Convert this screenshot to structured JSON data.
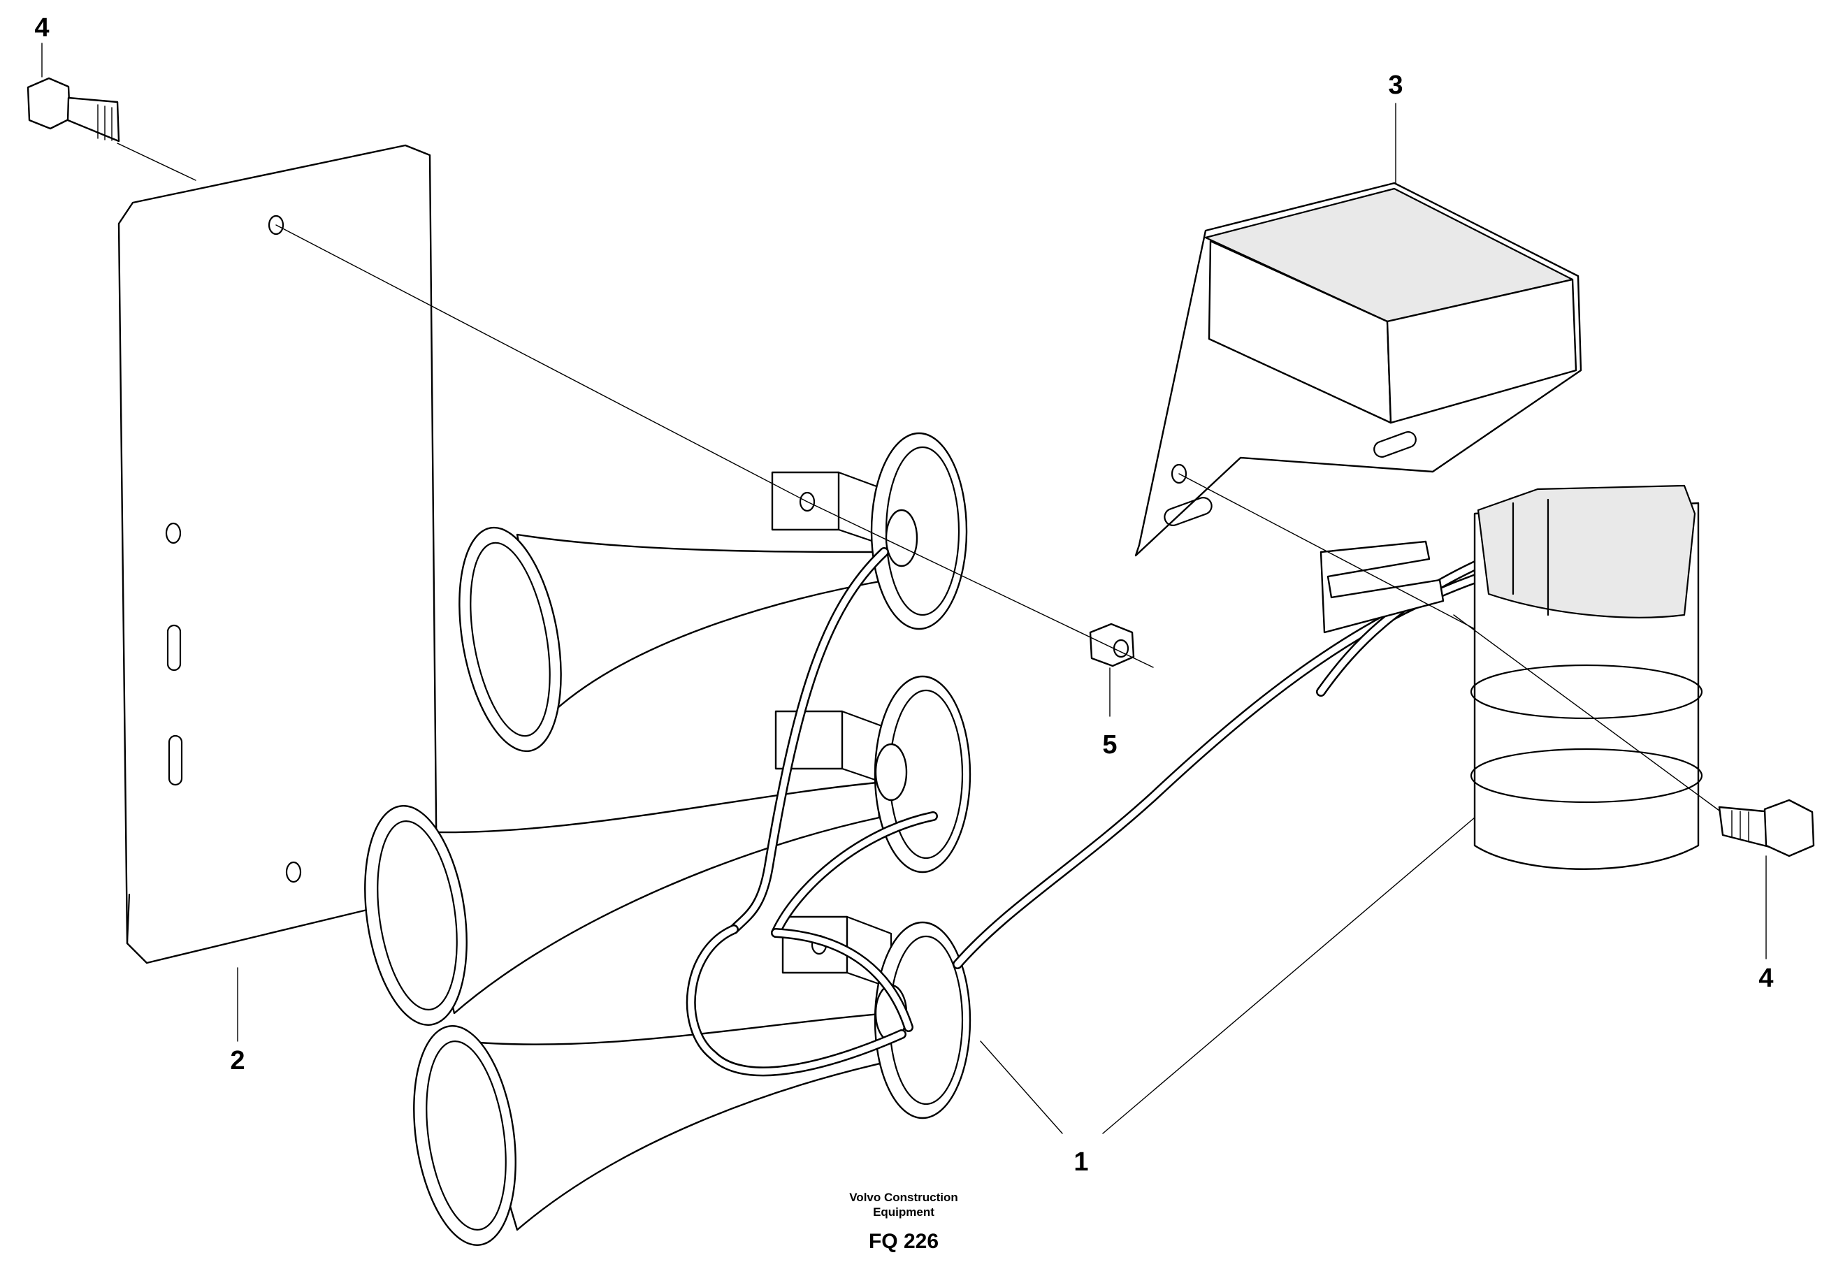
{
  "diagram": {
    "callouts": {
      "bolt_top_left": "4",
      "plate": "2",
      "bracket": "3",
      "nut": "5",
      "horn_assembly": "1",
      "bolt_right": "4"
    },
    "footer": {
      "company_line1": "Volvo Construction",
      "company_line2": "Equipment",
      "figure_code": "FQ 226"
    }
  }
}
